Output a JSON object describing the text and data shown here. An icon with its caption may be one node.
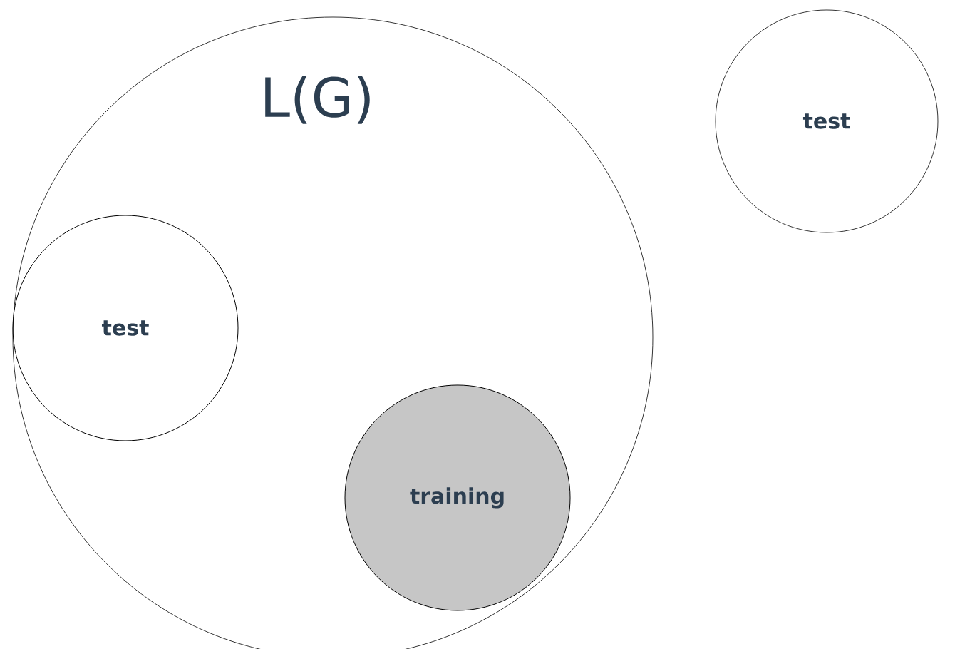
{
  "diagram": {
    "nodes": [
      {
        "text": [
          "L(G)"
        ]
      },
      {
        "text": [
          "test"
        ],
        "in": 0
      },
      {
        "text": [
          "training"
        ],
        "in": 0
      },
      {
        "text": [
          "test"
        ]
      }
    ]
  }
}
